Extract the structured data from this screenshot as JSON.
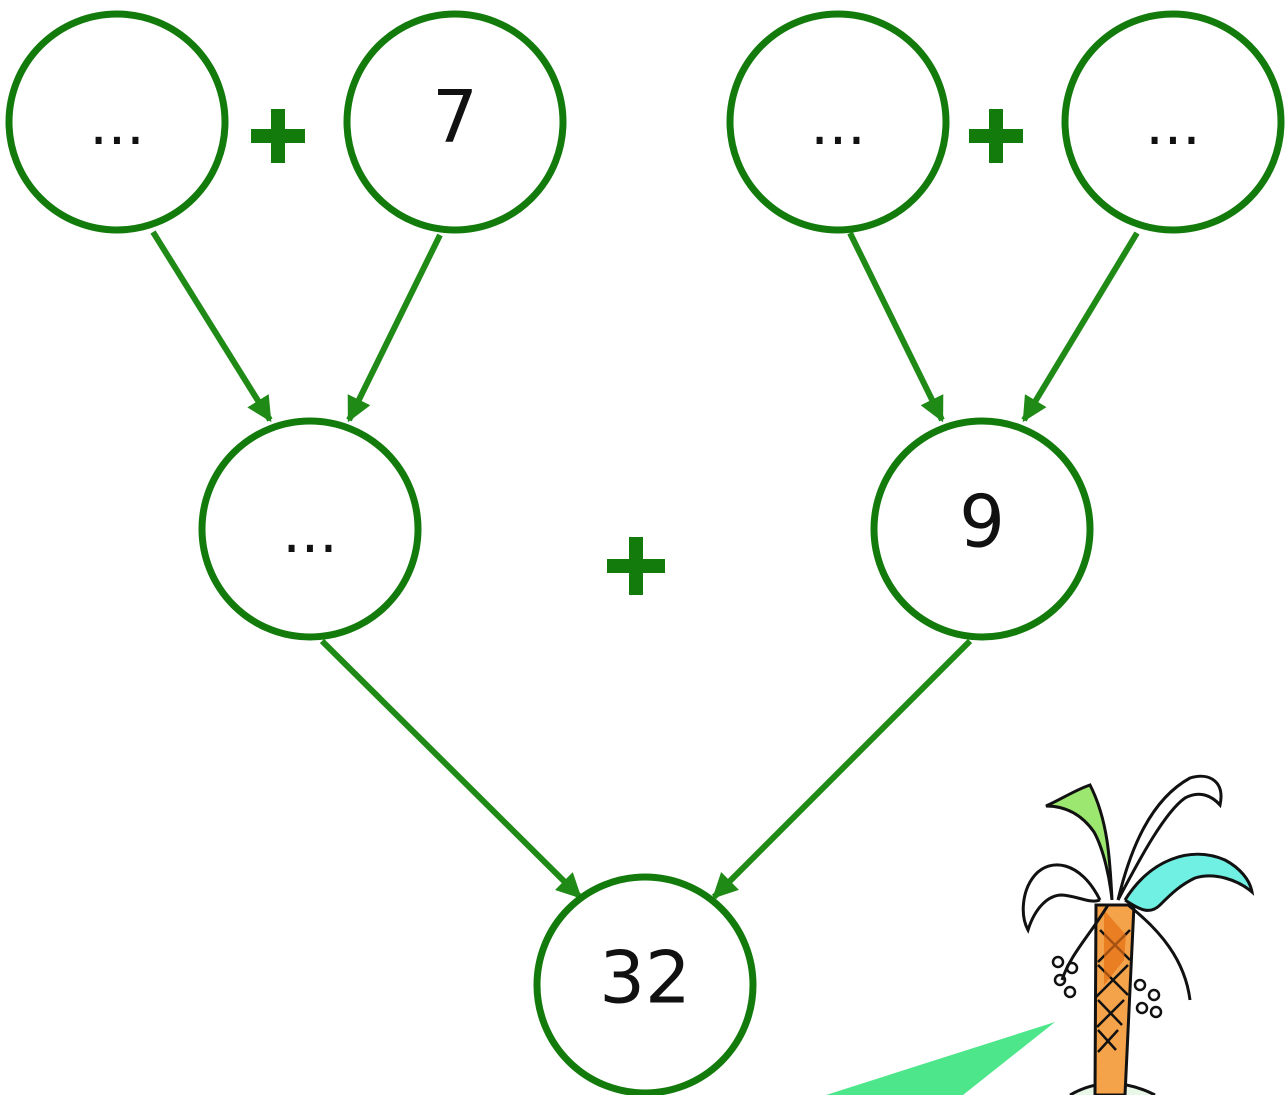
{
  "colors": {
    "node_stroke": "#137b0c",
    "arrow": "#1f8a16",
    "plus": "#137b0c",
    "text": "#111111"
  },
  "nodes": {
    "top_left_a": "...",
    "top_left_b": "7",
    "top_right_a": "...",
    "top_right_b": "...",
    "mid_left": "...",
    "mid_right": "9",
    "bottom": "32"
  },
  "operators": {
    "symbol": "+"
  },
  "decoration": {
    "icon": "palm-tree-icon"
  }
}
